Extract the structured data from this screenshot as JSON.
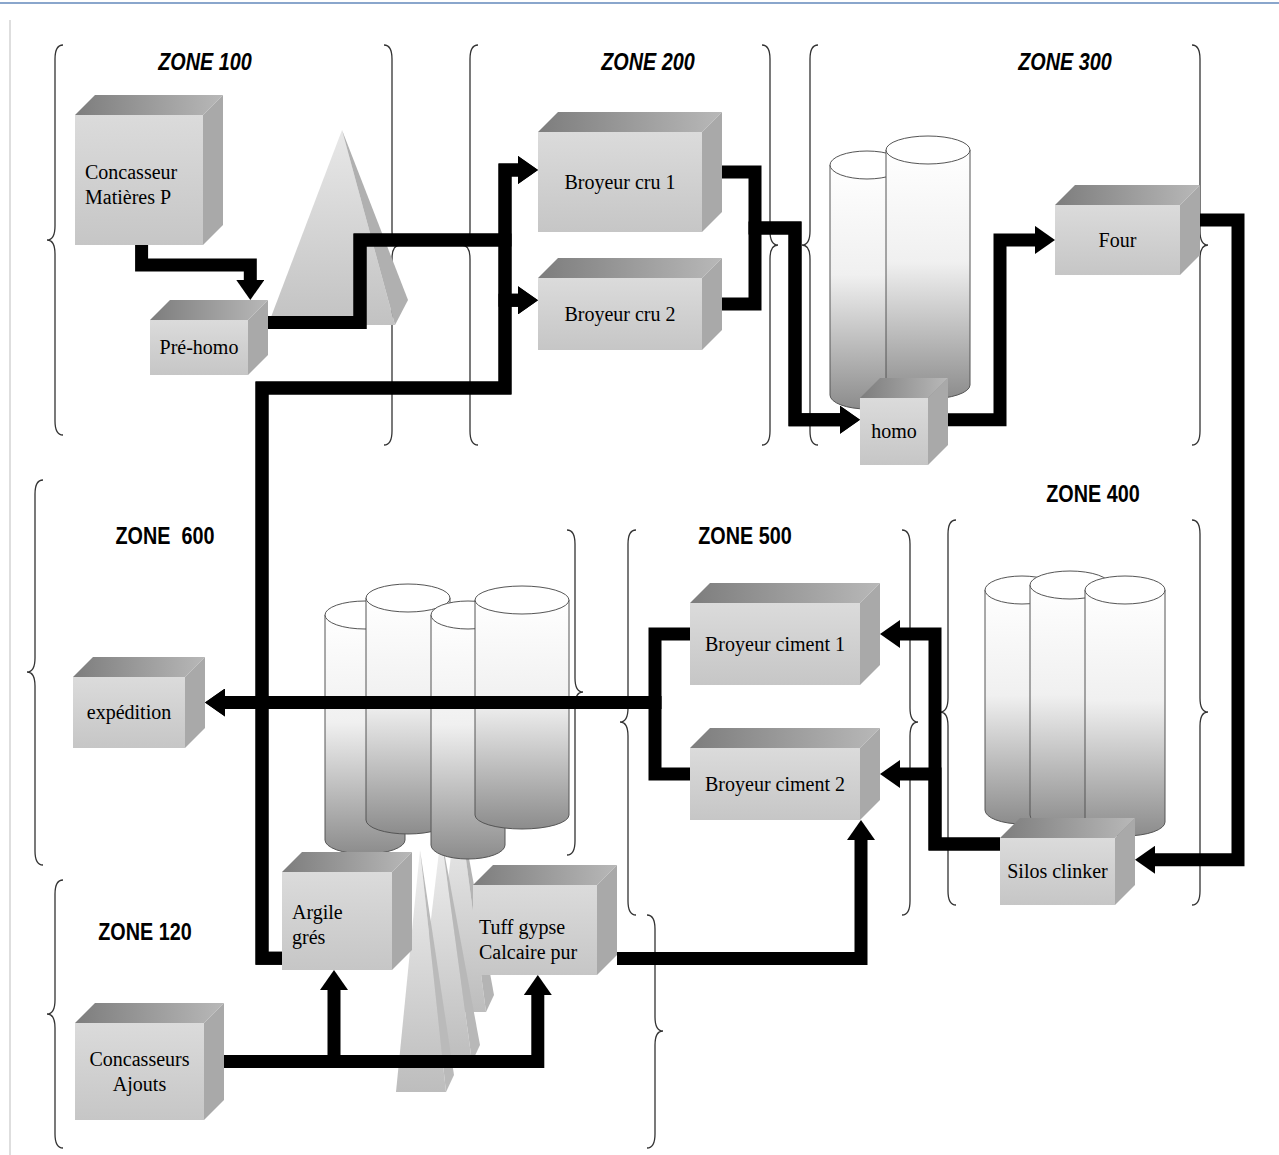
{
  "diagram": {
    "nodes": [
      {
        "text": [
          "Concasseur Matières P"
        ]
      },
      {
        "text": [
          "Pré-homo"
        ]
      },
      {
        "text": [
          "Broyeur cru 1"
        ]
      },
      {
        "text": [
          "Broyeur cru 2"
        ]
      },
      {
        "text": [
          "homo"
        ]
      },
      {
        "text": [
          "Four"
        ]
      },
      {
        "text": [
          "Broyeur ciment 1"
        ]
      },
      {
        "text": [
          "Broyeur ciment 2"
        ]
      },
      {
        "text": [
          "Silos clinker"
        ]
      },
      {
        "text": [
          "expédition"
        ]
      },
      {
        "text": [
          "Argile grés"
        ]
      },
      {
        "text": [
          "Tuff gypse Calcaire pur"
        ]
      },
      {
        "text": [
          "Concasseurs Ajouts"
        ]
      }
    ],
    "edges": [
      {
        "from": 0,
        "to": 1,
        "arrow": "to"
      },
      {
        "from": 1,
        "to": 2,
        "arrow": "to"
      },
      {
        "from": 1,
        "to": 3,
        "arrow": "to"
      },
      {
        "from": 10,
        "to": 2,
        "arrow": "to"
      },
      {
        "from": 10,
        "to": 3,
        "arrow": "to"
      },
      {
        "from": 2,
        "to": 4,
        "arrow": "to"
      },
      {
        "from": 3,
        "to": 4,
        "arrow": "to"
      },
      {
        "from": 4,
        "to": 5,
        "arrow": "to"
      },
      {
        "from": 5,
        "to": 8,
        "arrow": "to"
      },
      {
        "from": 8,
        "to": 6,
        "arrow": "to"
      },
      {
        "from": 8,
        "to": 7,
        "arrow": "to"
      },
      {
        "from": 6,
        "to": 9,
        "arrow": "to"
      },
      {
        "from": 7,
        "to": 9,
        "arrow": "to"
      },
      {
        "from": 11,
        "to": 7,
        "arrow": "to"
      },
      {
        "from": 12,
        "to": 10,
        "arrow": "to"
      },
      {
        "from": 12,
        "to": 11,
        "arrow": "to"
      }
    ],
    "labels": [
      "ZONE 100",
      "ZONE 200",
      "ZONE 300",
      "ZONE 400",
      "ZONE  600",
      "ZONE 500",
      "ZONE 120"
    ]
  }
}
